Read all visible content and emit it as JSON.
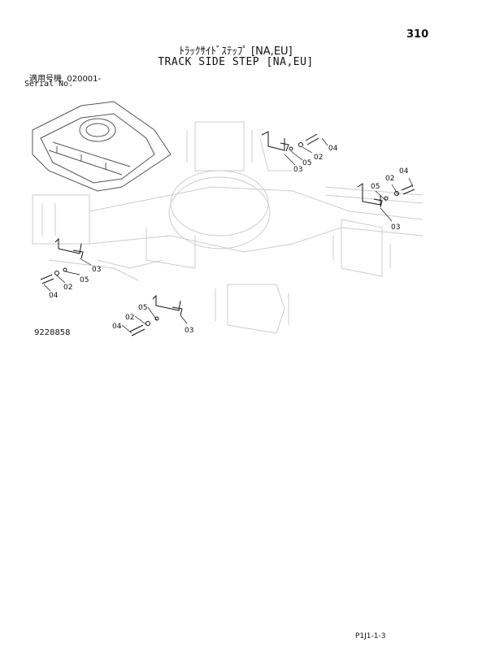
{
  "header": {
    "page_number": "310",
    "title_jp": "ﾄﾗｯｸｻｲﾄﾞｽﾃｯﾌﾟ [NA,EU]",
    "title_en": "TRACK SIDE STEP [NA,EU]"
  },
  "serial": {
    "label_jp": "適用号機",
    "value": "020001-",
    "label_en": "Serial No."
  },
  "diagram": {
    "id": "9228858",
    "callouts": {
      "c02": "02",
      "c03": "03",
      "c04": "04",
      "c05": "05"
    }
  },
  "footer": {
    "code": "P1J1-1-3"
  },
  "colors": {
    "ink": "#111111",
    "ghost": "#cccccc",
    "background": "#ffffff"
  }
}
